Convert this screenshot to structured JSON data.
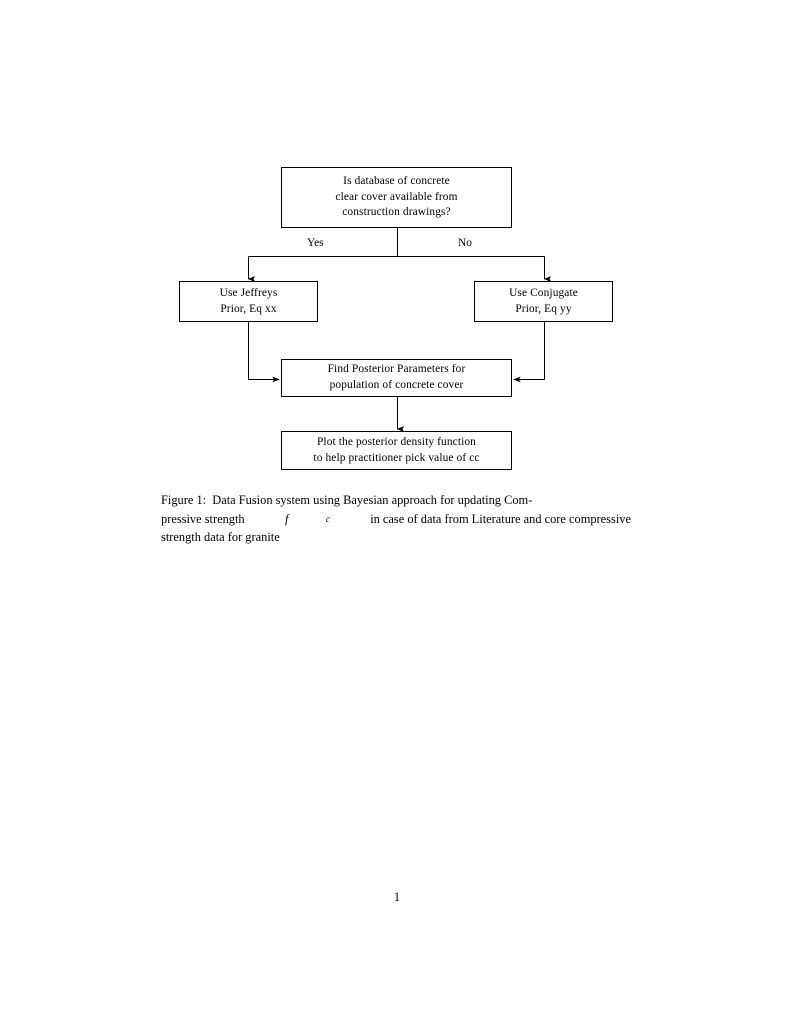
{
  "document": {
    "page_number": "1",
    "figure_number": "Figure 1:"
  },
  "flowchart": {
    "type": "flowchart",
    "orientation": "top-to-bottom",
    "nodes": [
      {
        "id": "question",
        "shape": "rectangle",
        "lines": [
          "Is database of concrete",
          "clear cover available from",
          "construction drawings?"
        ]
      },
      {
        "id": "jeffreys",
        "shape": "rectangle",
        "lines": [
          "Use Jeffreys",
          "Prior, Eq xx"
        ]
      },
      {
        "id": "conjugate",
        "shape": "rectangle",
        "lines": [
          "Use Conjugate",
          "Prior, Eq yy"
        ]
      },
      {
        "id": "posterior",
        "shape": "rectangle",
        "lines": [
          "Find Posterior Parameters for",
          "population of concrete cover"
        ]
      },
      {
        "id": "plot",
        "shape": "rectangle",
        "lines": [
          "Plot the posterior density function",
          "to help practitioner pick value of cc"
        ]
      }
    ],
    "edge_labels": {
      "yes": "Yes",
      "no": "No"
    },
    "edges": [
      {
        "from": "question",
        "to": "jeffreys",
        "label": "Yes"
      },
      {
        "from": "question",
        "to": "conjugate",
        "label": "No"
      },
      {
        "from": "jeffreys",
        "to": "posterior",
        "label": ""
      },
      {
        "from": "conjugate",
        "to": "posterior",
        "label": ""
      },
      {
        "from": "posterior",
        "to": "plot",
        "label": ""
      }
    ],
    "stroke_color": "#000000",
    "fill_color": "#ffffff"
  },
  "caption": {
    "line1": "Figure 1:  Data Fusion system using Bayesian approach for updating Com-",
    "line2_pre": "pressive strength ",
    "line2_math": "f",
    "line2_math_sub": "c",
    "line2_post": " in case of data from Literature and core compressive",
    "line3": "strength data for granite",
    "full_text": "Figure 1: Data Fusion system using Bayesian approach for updating Compressive strength f_c in case of data from Literature and core compressive strength data for granite"
  }
}
